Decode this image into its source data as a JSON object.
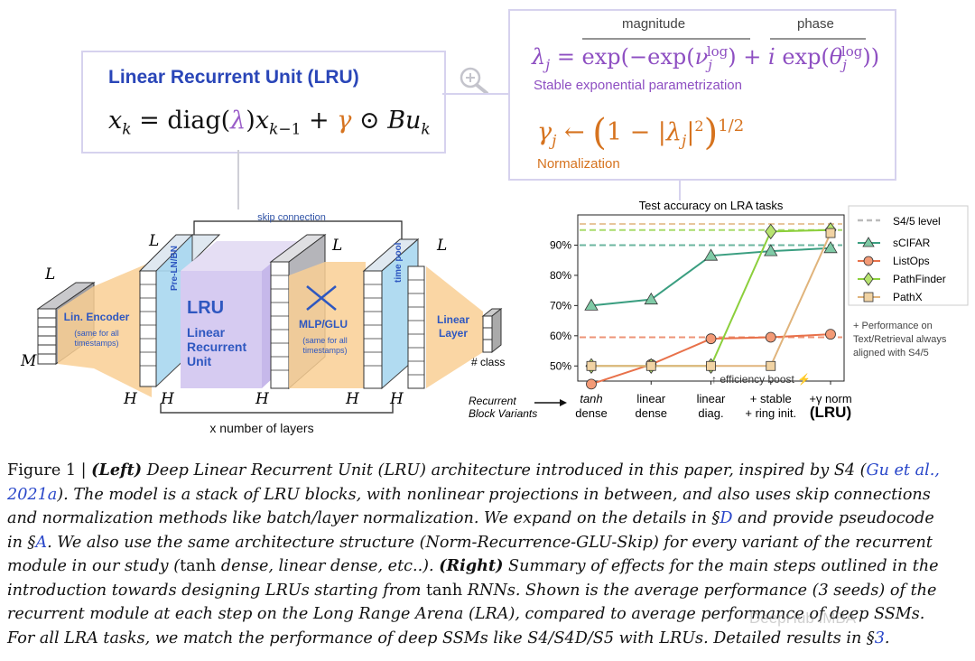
{
  "lru_box": {
    "title": "Linear Recurrent Unit (LRU)",
    "equation": "x_k = diag(λ) x_{k−1} + γ ⊙ B u_k"
  },
  "param_box": {
    "magnitude_label": "magnitude",
    "phase_label": "phase",
    "lambda_equation": "λj = exp(−exp(νjlog) + i exp(θjlog))",
    "lambda_caption": "Stable exponential parametrization",
    "gamma_equation": "γj ← (1 − |λj|²)^{1/2}",
    "gamma_caption": "Normalization"
  },
  "architecture": {
    "skip_connection": "skip connection",
    "x_layers": "x number of layers",
    "lin_encoder": "Lin. Encoder",
    "lin_encoder_note": "(same for all timestamps)",
    "preln": "Pre-LN/BN",
    "lru": "LRU",
    "lru_sub": [
      "Linear",
      "Recurrent",
      "Unit"
    ],
    "mlp": "MLP/GLU",
    "mlp_note": "(same for all timestamps)",
    "time_pool": "time pool",
    "linear_layer": [
      "Linear",
      "Layer"
    ],
    "class_label": "# class",
    "L": "L",
    "M": "M",
    "H": "H"
  },
  "chart_data": {
    "type": "line",
    "title": "Test accuracy on LRA tasks",
    "categories": [
      "tanh dense",
      "linear dense",
      "linear diag.",
      "+ stable + ring init.",
      "+γ norm (LRU)"
    ],
    "category_lines": [
      [
        "tanh",
        "dense"
      ],
      [
        "linear",
        "dense"
      ],
      [
        "linear",
        "diag."
      ],
      [
        "+ stable",
        "+ ring init."
      ],
      [
        "+γ norm",
        "(LRU)"
      ]
    ],
    "ylim": [
      45,
      100
    ],
    "yticks": [
      "50%",
      "60%",
      "70%",
      "80%",
      "90%"
    ],
    "series": [
      {
        "name": "sCIFAR",
        "color": "#3a9e80",
        "fill": "#7fcaa6",
        "marker": "triangle",
        "values": [
          70,
          72,
          86.5,
          88,
          89
        ],
        "s45_level": 90
      },
      {
        "name": "ListOps",
        "color": "#e8714a",
        "fill": "#f39a76",
        "marker": "circle",
        "values": [
          44,
          50.5,
          59,
          59.5,
          60.5
        ],
        "s45_level": 59.5
      },
      {
        "name": "PathFinder",
        "color": "#8ccf3c",
        "fill": "#b7e36f",
        "marker": "diamond",
        "values": [
          50,
          50,
          50,
          94.5,
          95
        ],
        "s45_level": 95
      },
      {
        "name": "PathX",
        "color": "#e0b47c",
        "fill": "#f1d3a3",
        "marker": "square",
        "values": [
          50,
          50,
          50,
          50,
          94
        ],
        "s45_level": 97
      }
    ],
    "legend_s45": "S4/5 level",
    "legend_position": "right",
    "note_lines": [
      "+ Performance on",
      "Text/Retrieval always",
      "aligned with S4/5"
    ],
    "efficiency_label": "↑ efficiency boost ⚡",
    "recurrent_label": [
      "Recurrent",
      "Block Variants"
    ],
    "grid": false
  },
  "caption": {
    "lines": [
      [
        {
          "t": "Figure 1 | "
        },
        {
          "t": "(Left)",
          "b": 1,
          "i": 1
        },
        {
          "t": " Deep Linear Recurrent Unit (LRU) architecture introduced in this paper, inspired by S4 (",
          "i": 1
        },
        {
          "t": "Gu et al.,",
          "l": 1,
          "i": 1
        }
      ],
      [
        {
          "t": "2021a",
          "l": 1,
          "i": 1
        },
        {
          "t": "). The model is a stack of LRU blocks, with nonlinear projections in between, and also uses skip connections",
          "i": 1
        }
      ],
      [
        {
          "t": "and normalization methods like batch/layer normalization. We expand on the details in §",
          "i": 1
        },
        {
          "t": "D",
          "l": 1,
          "i": 1
        },
        {
          "t": " and provide pseudocode",
          "i": 1
        }
      ],
      [
        {
          "t": "in §",
          "i": 1
        },
        {
          "t": "A",
          "l": 1,
          "i": 1
        },
        {
          "t": ". We also use the same architecture structure (Norm-Recurrence-GLU-Skip) for every variant of the recurrent",
          "i": 1
        }
      ],
      [
        {
          "t": "module in our study (",
          "i": 1
        },
        {
          "t": "tanh"
        },
        {
          "t": " dense, linear dense, etc..). ",
          "i": 1
        },
        {
          "t": "(Right)",
          "b": 1,
          "i": 1
        },
        {
          "t": " Summary of effects for the main steps outlined in the",
          "i": 1
        }
      ],
      [
        {
          "t": "introduction towards designing LRUs starting from ",
          "i": 1
        },
        {
          "t": "tanh"
        },
        {
          "t": " RNNs. Shown is the average performance (3 seeds) of the",
          "i": 1
        }
      ],
      [
        {
          "t": "recurrent module at each step on the Long Range Arena (LRA), compared to average performance of deep SSMs.",
          "i": 1
        }
      ],
      [
        {
          "t": "For all LRA tasks, we match the performance of deep SSMs like S4/S4D/S5 with LRUs. Detailed results in §",
          "i": 1
        },
        {
          "t": "3",
          "l": 1,
          "i": 1
        },
        {
          "t": ".",
          "i": 1
        }
      ]
    ]
  },
  "watermark": "DeepHub IMBA",
  "zoom_icon": "magnifier-plus-icon"
}
